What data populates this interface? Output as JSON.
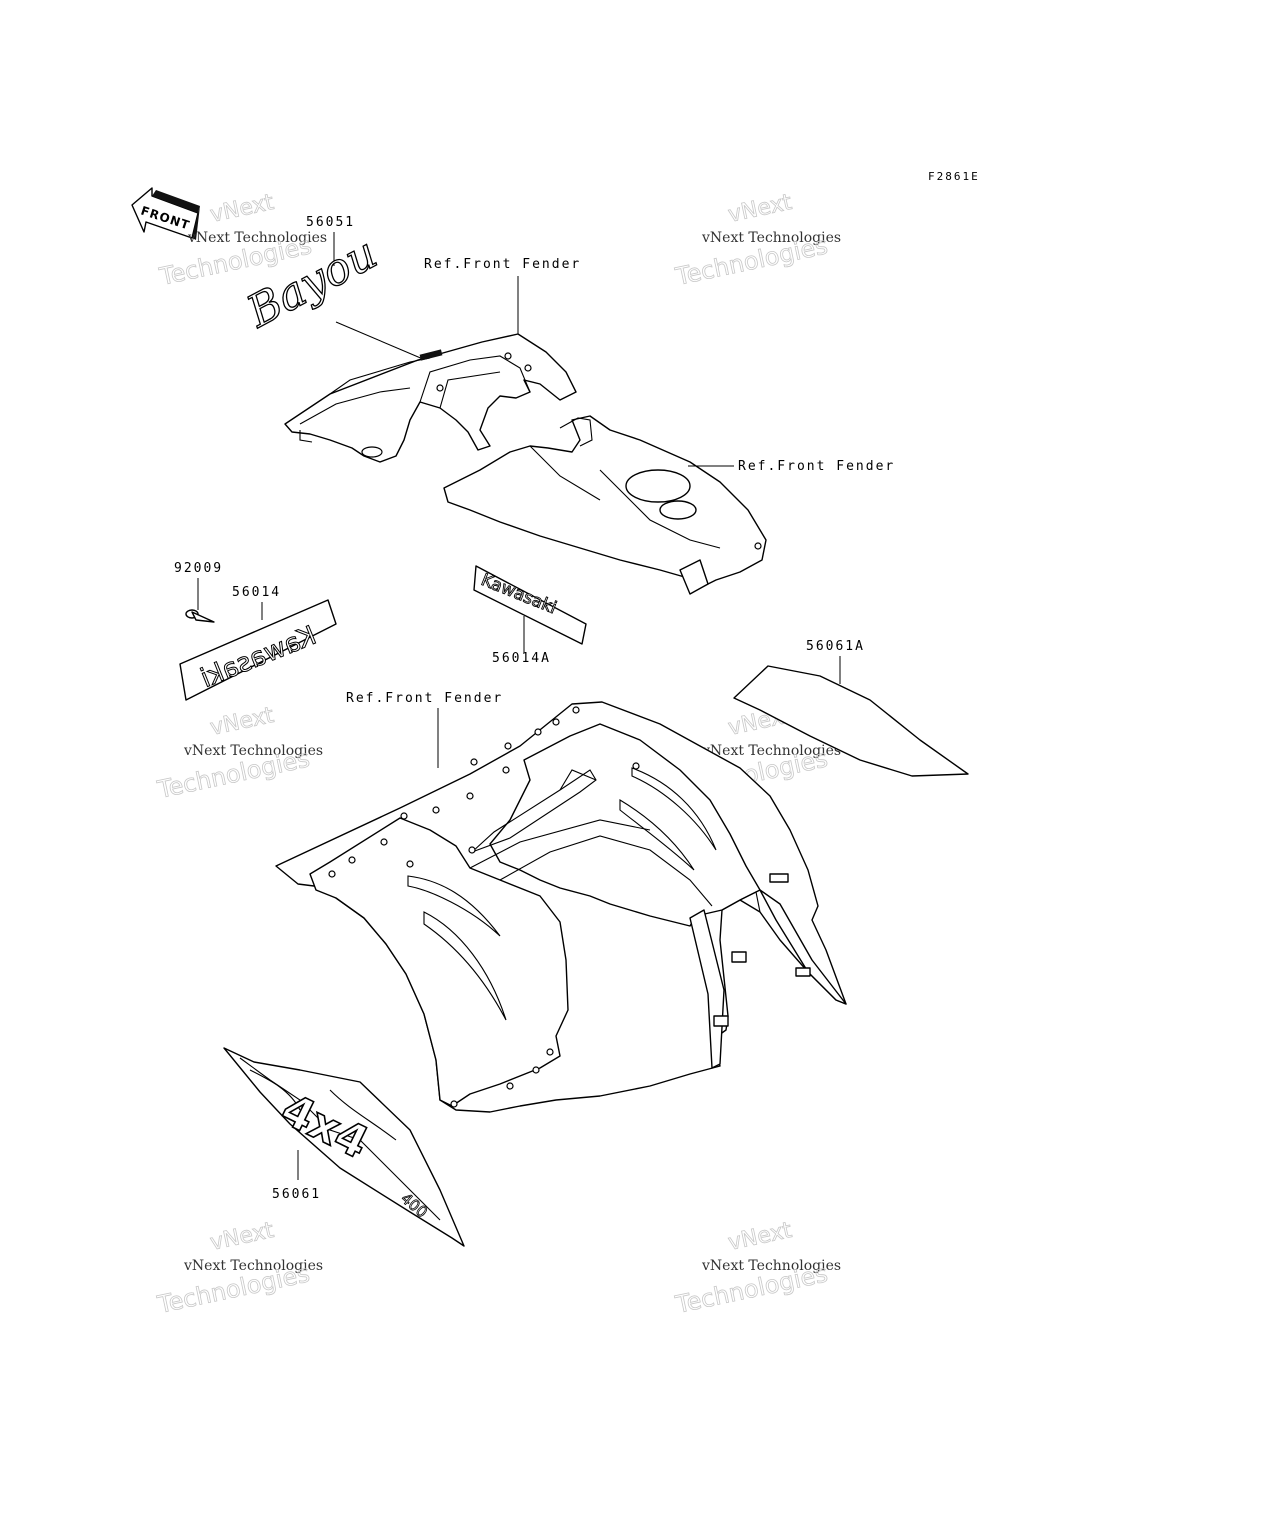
{
  "figure_code": "F2861E",
  "front_badge": "FRONT",
  "watermark": {
    "line1": "vNext",
    "line2": "vNext Technologies",
    "line3": "Technologies"
  },
  "callouts": {
    "p56051": "56051",
    "ref_front_fender_top": "Ref.Front Fender",
    "ref_front_fender_mid": "Ref.Front Fender",
    "p92009": "92009",
    "p56014": "56014",
    "p56014A": "56014A",
    "p56061A": "56061A",
    "ref_front_fender_main": "Ref.Front Fender",
    "p56061": "56061"
  },
  "decals": {
    "kawasaki": "Kawasaki",
    "kawasaki_mirror": "Kawasaki",
    "bayou": "Bayou",
    "four_by_four": "4x4",
    "displacement": "400"
  }
}
